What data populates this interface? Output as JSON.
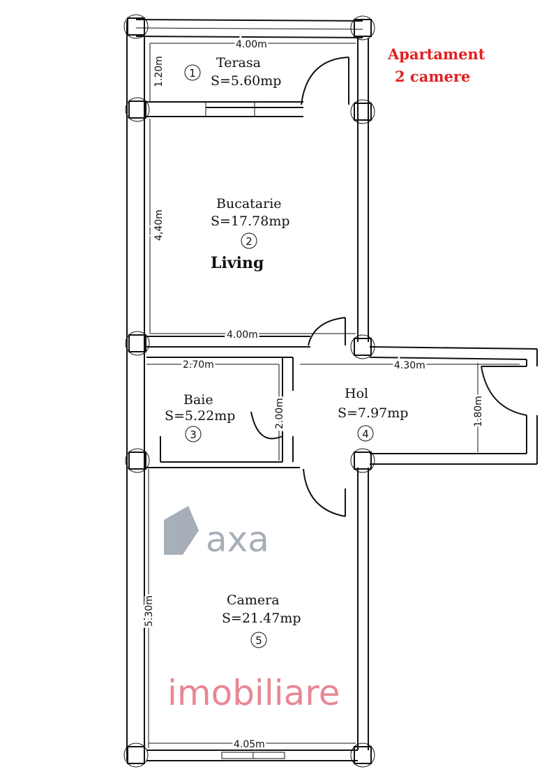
{
  "title": {
    "line1": "Apartament",
    "line2": "2 camere"
  },
  "watermark": {
    "part1": "axa",
    "part2": "imobiliare"
  },
  "rooms": [
    {
      "number": "1",
      "name": "Terasa",
      "area": "S=5.60mp"
    },
    {
      "number": "2",
      "name": "Bucatarie",
      "area": "S=17.78mp",
      "label": "Living"
    },
    {
      "number": "3",
      "name": "Baie",
      "area": "S=5.22mp"
    },
    {
      "number": "4",
      "name": "Hol",
      "area": "S=7.97mp"
    },
    {
      "number": "5",
      "name": "Camera",
      "area": "S=21.47mp"
    }
  ],
  "dimensions": {
    "terasa_width": "4.00m",
    "terasa_depth": "1.20m",
    "living_depth": "4,40m",
    "living_width": "4.00m",
    "baie_width": "2.70m",
    "baie_depth": "2.00m",
    "hol_width": "4.30m",
    "hol_depth": "1.80m",
    "camera_depth": "5.30m",
    "camera_width": "4.05m"
  },
  "colors": {
    "title": "#e02020",
    "watermark_grey": "#8a94a0",
    "watermark_red": "#e06070"
  }
}
